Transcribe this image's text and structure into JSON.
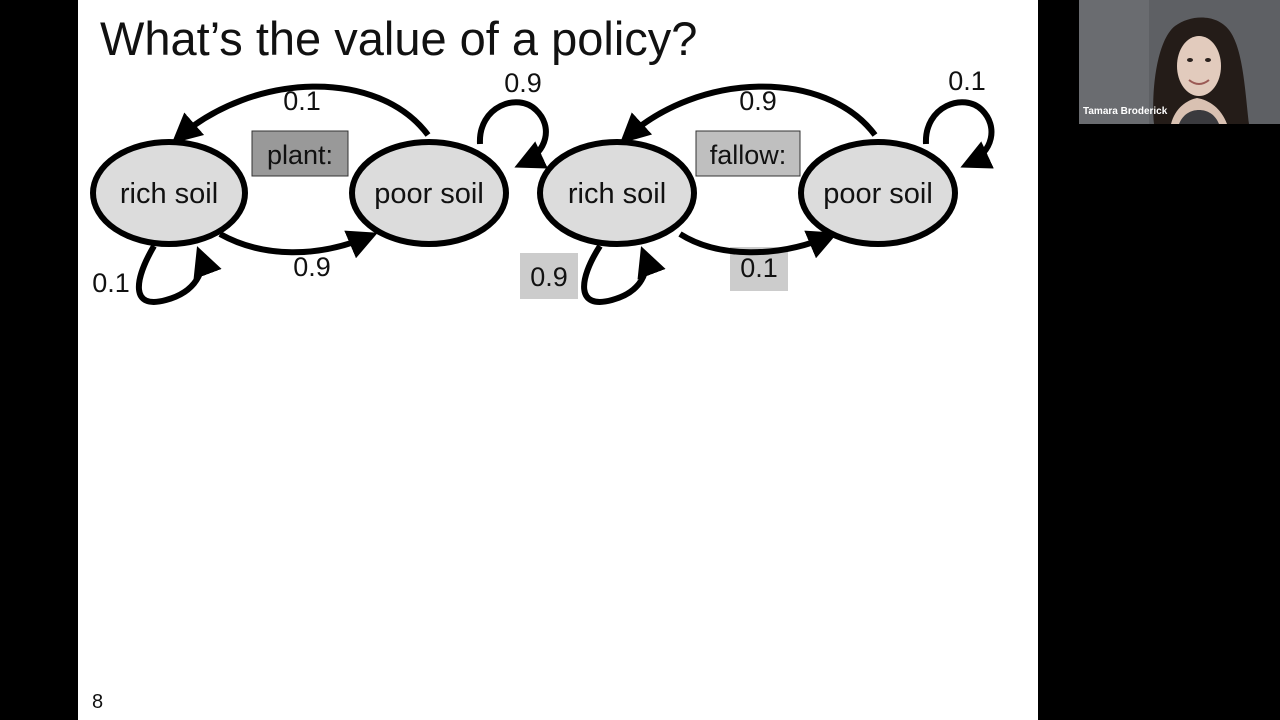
{
  "slide": {
    "title": "What’s the value of a policy?",
    "page_number": "8"
  },
  "diagrams": [
    {
      "action": "plant:",
      "action_highlight": "#999999",
      "states": [
        "rich soil",
        "poor soil"
      ],
      "probabilities": {
        "rich_to_poor": "0.9",
        "poor_to_rich": "0.1",
        "rich_self": "0.1",
        "poor_self": "0.9"
      }
    },
    {
      "action": "fallow:",
      "action_highlight": "#bfbfbf",
      "states": [
        "rich soil",
        "poor soil"
      ],
      "probabilities": {
        "rich_to_poor": "0.1",
        "poor_to_rich": "0.9",
        "rich_self": "0.9",
        "poor_self": "0.1"
      },
      "highlighted_probabilities": [
        "rich_self",
        "rich_to_poor"
      ]
    }
  ],
  "colors": {
    "state_fill": "#dcdcdc",
    "stroke": "#000000",
    "label_highlight": "#cccccc",
    "slide_background": "#ffffff",
    "screen_background": "#000000"
  },
  "video": {
    "participant_name": "Tamara Broderick"
  }
}
